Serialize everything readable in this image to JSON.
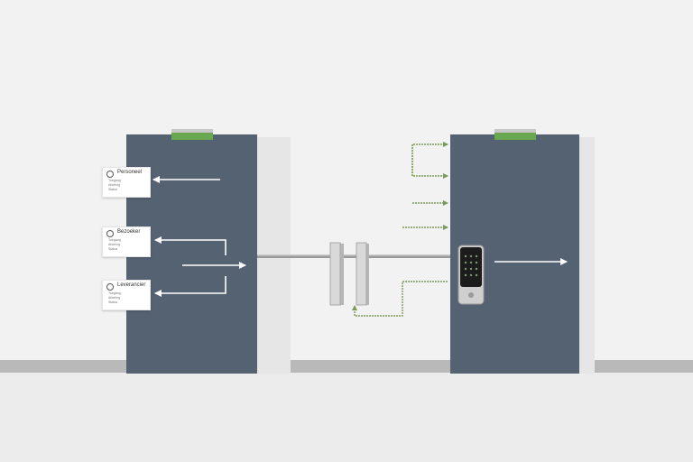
{
  "colors": {
    "wall": "#f2f2f2",
    "floor": "#ececec",
    "floor_strip": "#b9b9b9",
    "tower": "#556272",
    "tower_shadow": "#e6e6e6",
    "indicator": "#6aa84f",
    "gate": "#d9d9d9",
    "arrow_white": "#ffffff",
    "arrow_green": "#7a9a58"
  },
  "cards": [
    {
      "title": "Personeel",
      "lines": [
        "Toegang",
        "Afdeling",
        "Status"
      ],
      "icon": "person-icon"
    },
    {
      "title": "Bezoeker",
      "lines": [
        "Toegang",
        "Afdeling",
        "Status"
      ],
      "icon": "person-icon"
    },
    {
      "title": "Leverancier",
      "lines": [
        "Toegang",
        "Afdeling",
        "Status"
      ],
      "icon": "person-icon"
    }
  ],
  "icons": {
    "reader": "keypad-reader-icon",
    "indicator": "status-light-icon"
  }
}
